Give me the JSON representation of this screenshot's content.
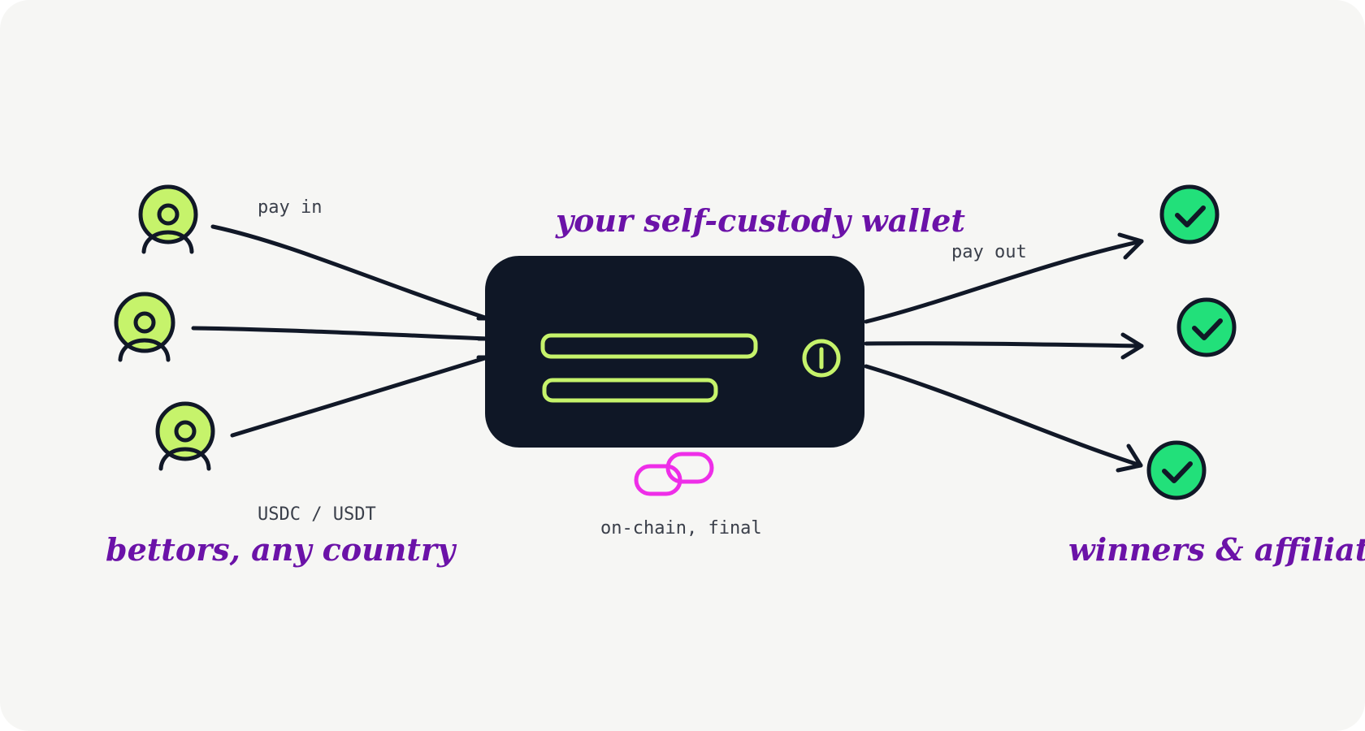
{
  "diagram": {
    "title": "your self-custody wallet",
    "left_caption": "bettors, any country",
    "right_caption": "winners & affiliates",
    "pay_in_label": "pay in",
    "pay_out_label": "pay out",
    "currency_label": "USDC / USDT",
    "chain_label": "on-chain, final"
  },
  "colors": {
    "background": "#f6f6f4",
    "ink": "#111827",
    "wallet": "#0f1726",
    "bettor_fill": "#c6f36b",
    "wallet_accent": "#c6f36b",
    "check_fill": "#22e07a",
    "chain_link": "#ee2ee8",
    "caption": "#6b12a8"
  },
  "icons": {
    "bettor": "user-icon",
    "recipient": "check-circle-icon",
    "wallet_button": "power-icon",
    "chain": "chain-link-icon"
  }
}
